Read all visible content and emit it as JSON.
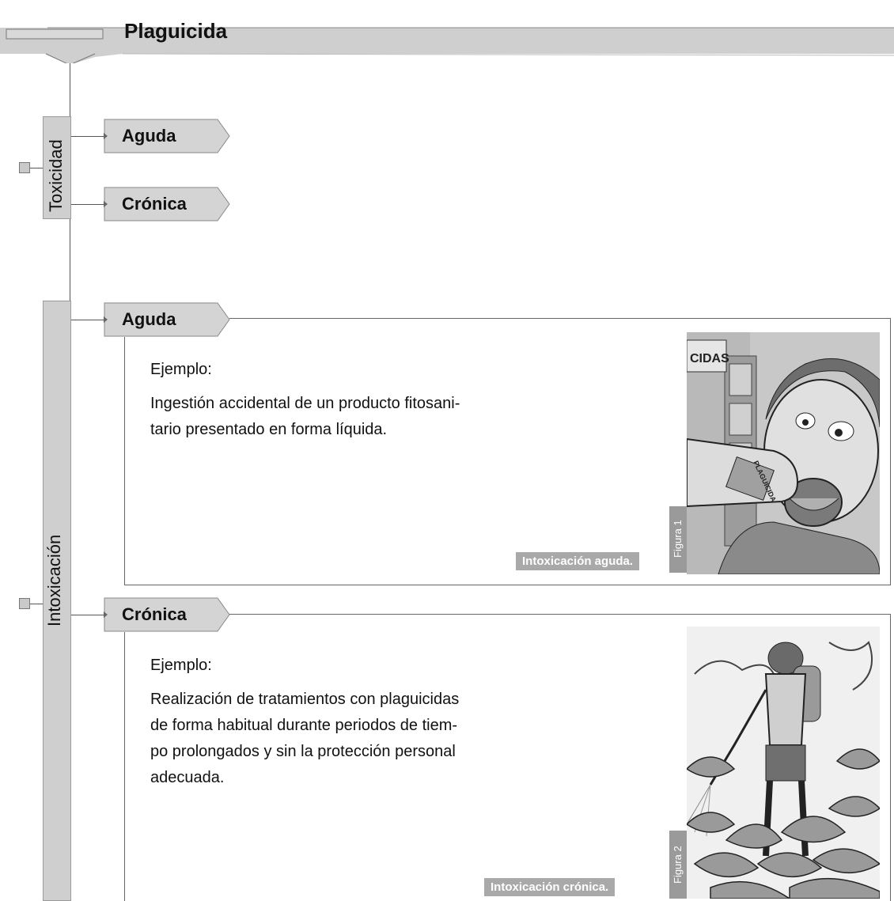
{
  "header": {
    "title": "Plaguicida"
  },
  "toxicidad": {
    "label": "Toxicidad",
    "aguda": "Aguda",
    "cronica": "Crónica"
  },
  "intoxicacion": {
    "label": "Intoxicación",
    "aguda": {
      "tab": "Aguda",
      "example_label": "Ejemplo:",
      "line1": "Ingestión accidental de un producto fitosani-",
      "line2": "tario presentado en forma líquida.",
      "caption": "Intoxicación aguda.",
      "figure": "Figura 1",
      "sign_text": "CIDAS",
      "bottle_text": "PLAGUICIDA"
    },
    "cronica": {
      "tab": "Crónica",
      "example_label": "Ejemplo:",
      "line1": "Realización de tratamientos con plaguicidas",
      "line2": "de forma habitual durante periodos de tiem-",
      "line3": "po prolongados y sin la protección personal",
      "line4": "adecuada.",
      "caption": "Intoxicación crónica.",
      "figure": "Figura 2"
    }
  }
}
